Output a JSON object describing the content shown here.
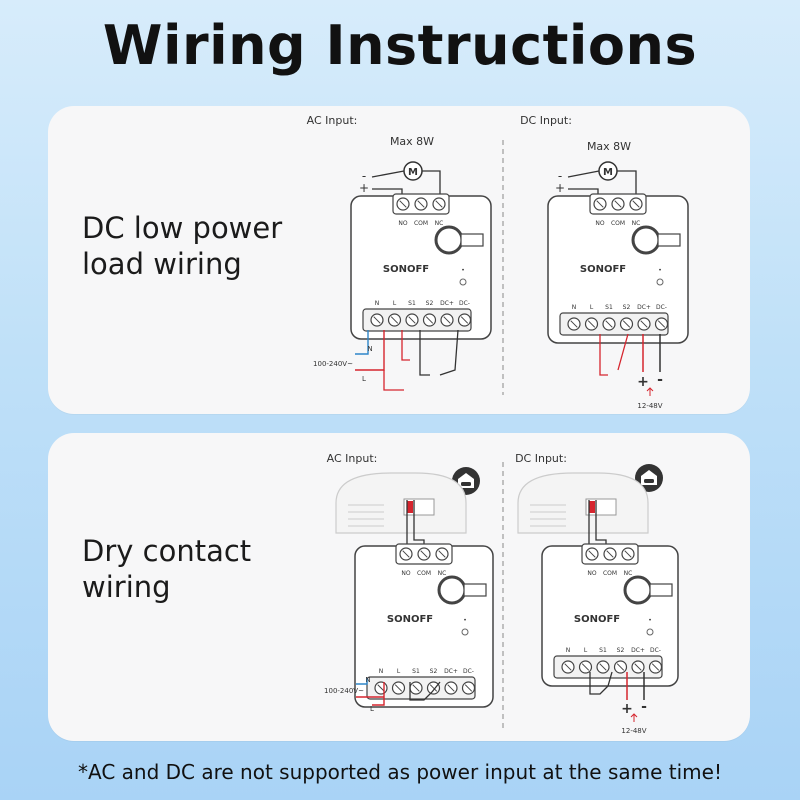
{
  "title": "Wiring Instructions",
  "footnote": "*AC and DC are not supported as power input at the same time!",
  "colors": {
    "red": "#d6252e",
    "blue": "#2f86c9",
    "dark": "#333333",
    "panel": "#f7f7f8"
  },
  "panels": [
    {
      "label_lines": [
        "DC low power",
        "load wiring"
      ],
      "ac": {
        "heading": "AC Input:",
        "max_power": "Max 8W",
        "motor": "M",
        "relay_terms": [
          "NO",
          "COM",
          "NC"
        ],
        "input_terms": [
          "N",
          "L",
          "S1",
          "S2",
          "DC+",
          "DC-"
        ],
        "brand": "SONOFF",
        "voltage": "100-240V~",
        "n_mark": "N",
        "l_mark": "L",
        "minus": "-",
        "plus": "+"
      },
      "dc": {
        "heading": "DC Input:",
        "max_power": "Max 8W",
        "motor": "M",
        "relay_terms": [
          "NO",
          "COM",
          "NC"
        ],
        "input_terms": [
          "N",
          "L",
          "S1",
          "S2",
          "DC+",
          "DC-"
        ],
        "brand": "SONOFF",
        "voltage": "12-48V",
        "minus": "-",
        "plus": "+"
      }
    },
    {
      "label_lines": [
        "Dry contact",
        "wiring"
      ],
      "ac": {
        "heading": "AC Input:",
        "relay_terms": [
          "NO",
          "COM",
          "NC"
        ],
        "input_terms": [
          "N",
          "L",
          "S1",
          "S2",
          "DC+",
          "DC-"
        ],
        "brand": "SONOFF",
        "voltage": "100-240V~",
        "n_mark": "N",
        "l_mark": "L",
        "icon": "garage-car-icon"
      },
      "dc": {
        "heading": "DC Input:",
        "relay_terms": [
          "NO",
          "COM",
          "NC"
        ],
        "input_terms": [
          "N",
          "L",
          "S1",
          "S2",
          "DC+",
          "DC-"
        ],
        "brand": "SONOFF",
        "voltage": "12-48V",
        "icon": "garage-car-icon"
      }
    }
  ]
}
